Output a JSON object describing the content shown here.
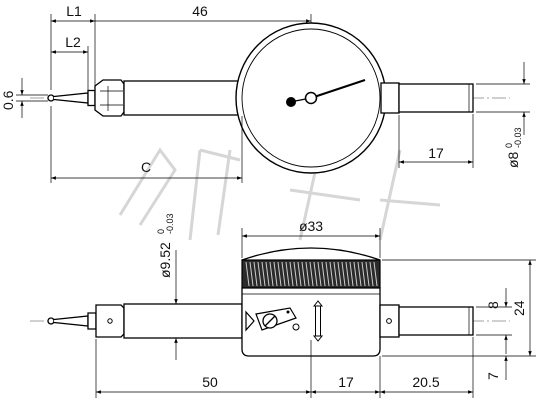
{
  "top_view": {
    "dims": {
      "l1": "L1",
      "overall": "46",
      "l2": "L2",
      "ball_dia": "0.6",
      "tail_len": "17",
      "stem_dia_main": "ø8",
      "stem_dia_tol_top": "0",
      "stem_dia_tol_bottom": "-0.03",
      "c": "C"
    }
  },
  "side_view": {
    "dims": {
      "dial_dia": "ø33",
      "shank_dia_main": "ø9.52",
      "shank_dia_tol_top": "0",
      "shank_dia_tol_bottom": "-0.03",
      "stem_dia": "8",
      "height_24": "24",
      "offset_7": "7",
      "len_50": "50",
      "len_17": "17",
      "len_20_5": "20.5"
    }
  }
}
